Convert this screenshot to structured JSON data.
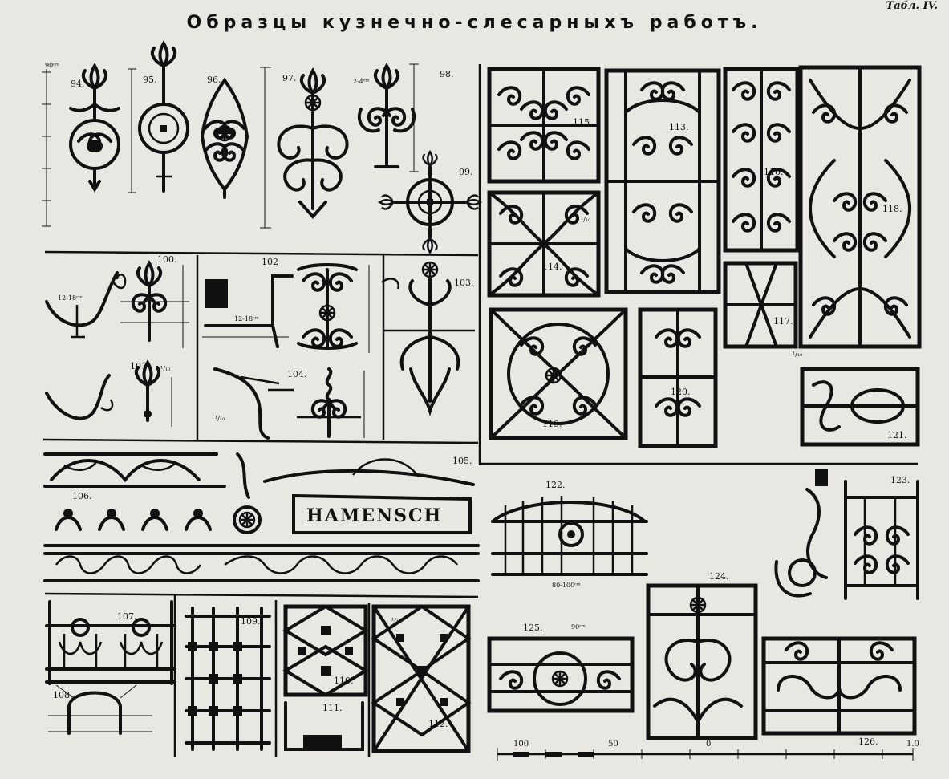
{
  "header": {
    "title": "Образцы кузнечно-слесарныхъ работъ.",
    "plate": "Табл. IV."
  },
  "figures": {
    "f94": "94.",
    "f95": "95.",
    "f96": "96.",
    "f97": "97.",
    "f98": "98.",
    "f99": "99.",
    "f100": "100.",
    "f101": "101",
    "f102": "102",
    "f103": "103.",
    "f104": "104.",
    "f105": "105.",
    "f106": "106.",
    "f107": "107.",
    "f108": "108.",
    "f109": "109.",
    "f110": "110.",
    "f111": "111.",
    "f112": "112.",
    "f113": "113.",
    "f114": "114.",
    "f115": "115.",
    "f116": "116.",
    "f117": "117.",
    "f118": "118.",
    "f119": "119.",
    "f120": "120.",
    "f121": "121.",
    "f122": "122.",
    "f123": "123.",
    "f124": "124.",
    "f125": "125.",
    "f126": "126."
  },
  "dimensions": {
    "d_90cm": "90ᶜᵐ",
    "d_12_18": "12-18ᶜᵐ",
    "d_12_18b": "12-18ᶜᵐ",
    "d_1_10a": "¹/₁₀",
    "d_1_10b": "¹/₁₀",
    "d_1_10c": "¹/₁₀",
    "d_1_10d": "¹/₁₀",
    "d_1_10e": "¹/₁₀",
    "d_80_100": "80-100ᶜᵐ",
    "d_90cm_b": "90ᶜᵐ",
    "d_2_4": "2-4ᶜᵐ"
  },
  "sign": {
    "text": "HAMENSCH"
  },
  "scale": {
    "start": "100",
    "mid1": "50",
    "mid2": "0",
    "end": "1.0"
  }
}
